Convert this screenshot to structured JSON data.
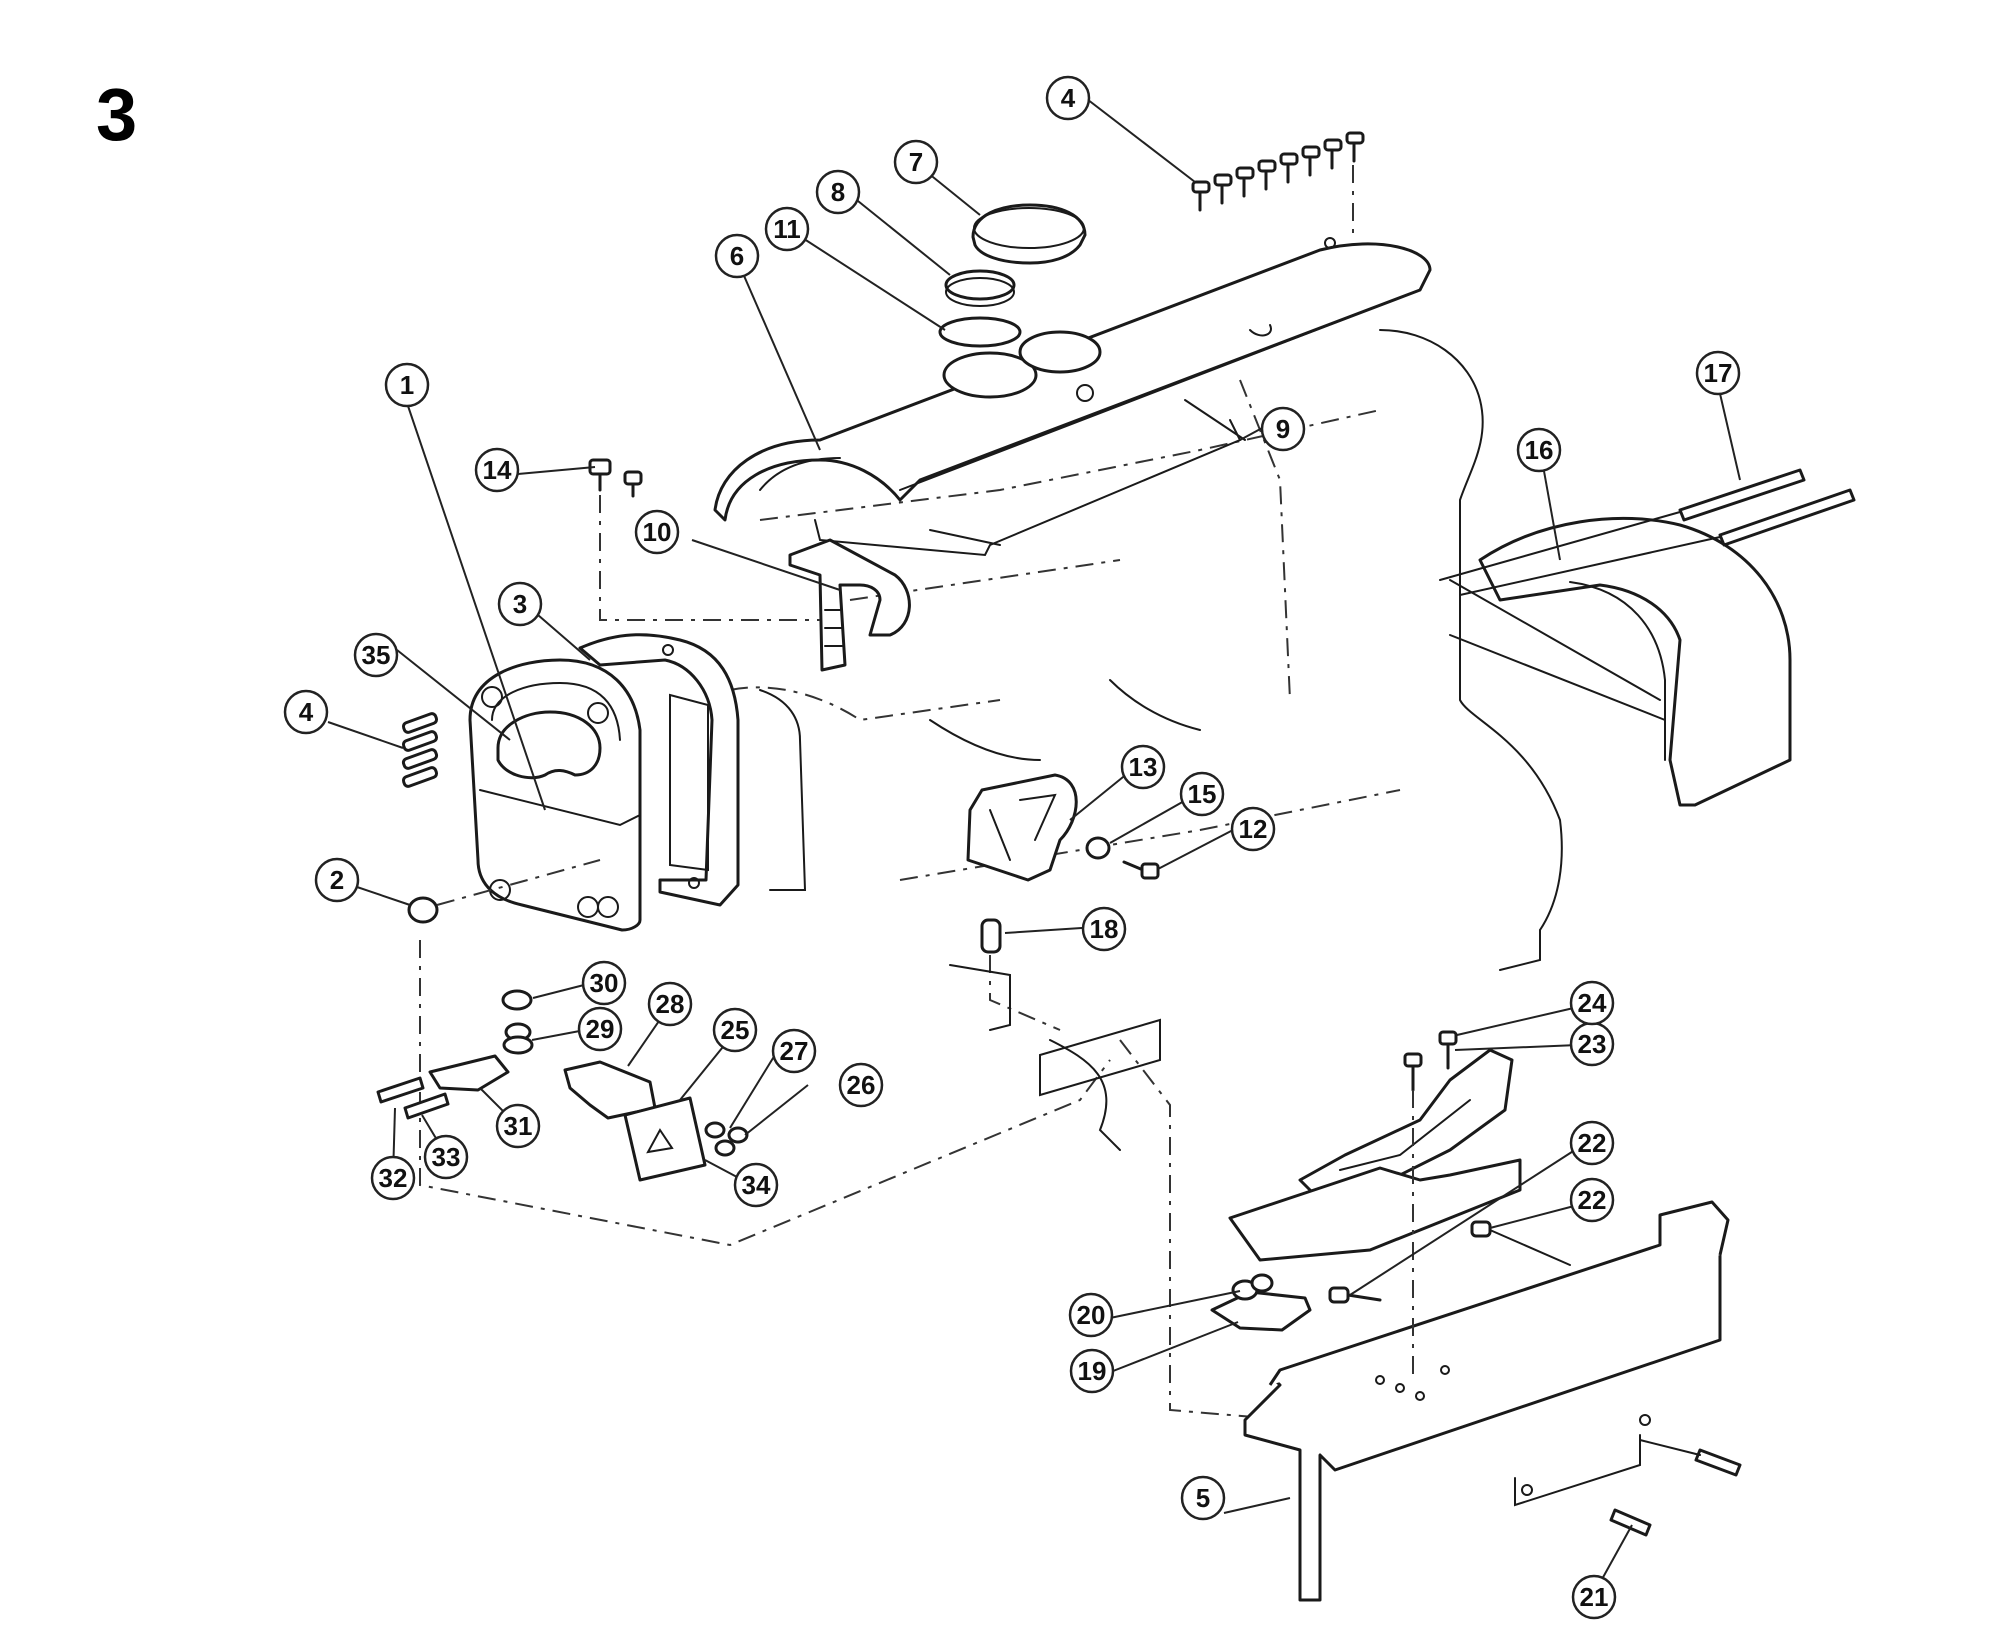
{
  "figure_number": "3",
  "callouts": [
    {
      "id": "c1",
      "label": "1"
    },
    {
      "id": "c2",
      "label": "2"
    },
    {
      "id": "c3",
      "label": "3"
    },
    {
      "id": "c4a",
      "label": "4"
    },
    {
      "id": "c4b",
      "label": "4"
    },
    {
      "id": "c5",
      "label": "5"
    },
    {
      "id": "c6",
      "label": "6"
    },
    {
      "id": "c7",
      "label": "7"
    },
    {
      "id": "c8",
      "label": "8"
    },
    {
      "id": "c9",
      "label": "9"
    },
    {
      "id": "c10",
      "label": "10"
    },
    {
      "id": "c11",
      "label": "11"
    },
    {
      "id": "c12",
      "label": "12"
    },
    {
      "id": "c13",
      "label": "13"
    },
    {
      "id": "c14",
      "label": "14"
    },
    {
      "id": "c15",
      "label": "15"
    },
    {
      "id": "c16",
      "label": "16"
    },
    {
      "id": "c17",
      "label": "17"
    },
    {
      "id": "c18",
      "label": "18"
    },
    {
      "id": "c19",
      "label": "19"
    },
    {
      "id": "c20",
      "label": "20"
    },
    {
      "id": "c21",
      "label": "21"
    },
    {
      "id": "c22a",
      "label": "22"
    },
    {
      "id": "c22b",
      "label": "22"
    },
    {
      "id": "c23",
      "label": "23"
    },
    {
      "id": "c24",
      "label": "24"
    },
    {
      "id": "c25",
      "label": "25"
    },
    {
      "id": "c26",
      "label": "26"
    },
    {
      "id": "c27",
      "label": "27"
    },
    {
      "id": "c28",
      "label": "28"
    },
    {
      "id": "c29",
      "label": "29"
    },
    {
      "id": "c30",
      "label": "30"
    },
    {
      "id": "c31",
      "label": "31"
    },
    {
      "id": "c32",
      "label": "32"
    },
    {
      "id": "c33",
      "label": "33"
    },
    {
      "id": "c34",
      "label": "34"
    },
    {
      "id": "c35",
      "label": "35"
    }
  ]
}
